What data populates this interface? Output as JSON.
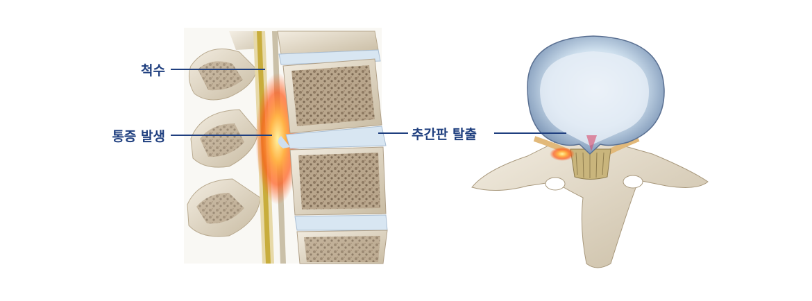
{
  "labels": {
    "spinal_cord": "척수",
    "pain_onset": "통증 발생",
    "disc_herniation": "추간판 탈출"
  },
  "colors": {
    "label_text": "#1f3f7f",
    "bone": "#e9e2d0",
    "bone_inner": "#c5b8a0",
    "disc": "#d8e6f2",
    "nerve": "#d8c25a",
    "pain": "#ff7a1a"
  }
}
